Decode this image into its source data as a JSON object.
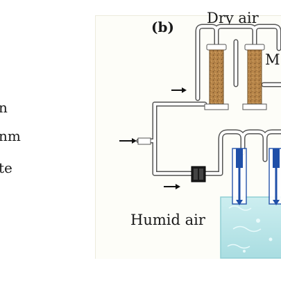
{
  "left_fragments": [
    "n",
    "nm",
    "te"
  ],
  "panel": {
    "label": "(b)",
    "dry_air": "Dry air",
    "m_fragment": "M",
    "humid_air": "Humid air"
  },
  "colors": {
    "tube_stroke": "#555555",
    "tube_fill": "#ffffff",
    "desiccant": "#b8864a",
    "desiccant_dark": "#7a5226",
    "water": "#bfe7ea",
    "water_edge": "#8fcfd4",
    "probe_blue": "#1f4fa8"
  }
}
